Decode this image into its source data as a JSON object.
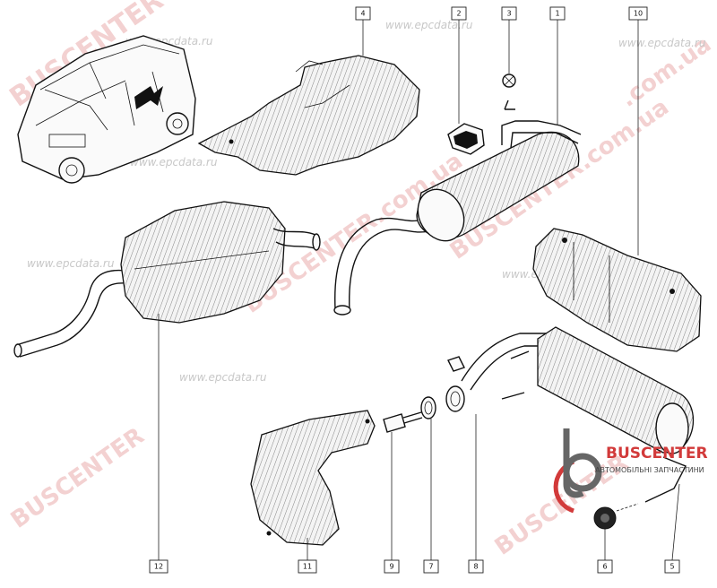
{
  "callouts": {
    "c1": "1",
    "c2": "2",
    "c3": "3",
    "c4": "4",
    "c5": "5",
    "c6": "6",
    "c7": "7",
    "c8": "8",
    "c9": "9",
    "c10": "10",
    "c11": "11",
    "c12": "12"
  },
  "watermarks": {
    "buscenter": "BUSCENTER",
    "buscenter_domain": "BUSCENTER.com.ua",
    "domain_suffix": ".com.ua",
    "epcdata": "www.epcdata.ru"
  },
  "logo": {
    "brand": "BUSCENTER",
    "tagline": "АВТОМОБІЛЬНІ ЗАПЧАСТИНИ"
  },
  "colors": {
    "watermark_red": "#e08080",
    "logo_red": "#d23a3a",
    "line": "#111111"
  }
}
